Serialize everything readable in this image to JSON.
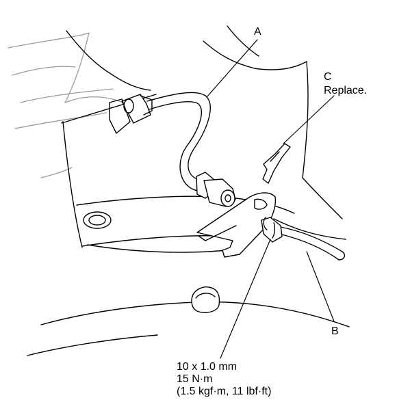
{
  "callouts": {
    "a": "A",
    "b": "B",
    "c": "C",
    "c_note": "Replace."
  },
  "torque_spec": {
    "size": "10 x 1.0 mm",
    "torque_nm": "15 N·m",
    "torque_alt": "(1.5 kgf·m, 11 lbf·ft)"
  },
  "colors": {
    "ink": "#000000",
    "faint_ink": "#9a9a9a",
    "paper": "#ffffff"
  }
}
